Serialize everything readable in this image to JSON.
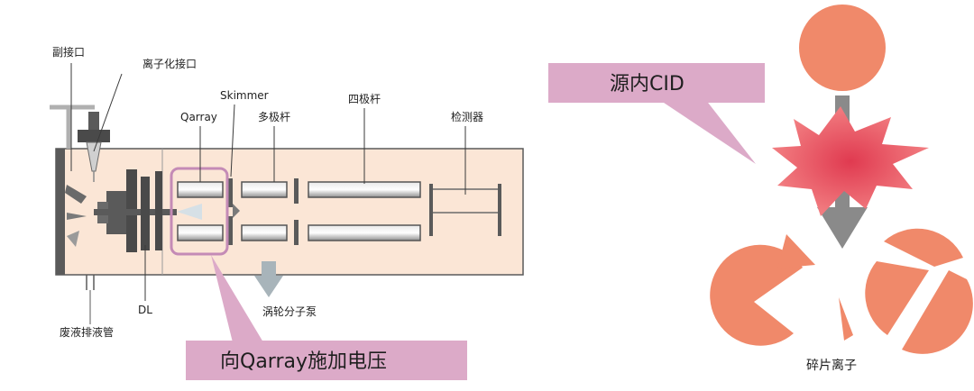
{
  "labels": {
    "secondary_port": "副接口",
    "ion_source_port": "离子化接口",
    "skimmer": "Skimmer",
    "qarray": "Qarray",
    "multipole": "多极杆",
    "quadrupole": "四极杆",
    "detector": "检测器",
    "dl": "DL",
    "turbo_pump": "涡轮分子泵",
    "waste_tube": "废液排液管"
  },
  "callouts": {
    "qarray_voltage": "向Qarray施加电压",
    "source_cid": "源内CID"
  },
  "fragment_label": "碎片离子",
  "colors": {
    "chamber_fill": "#fbe6d6",
    "highlight_box": "#c48bb6",
    "callout_fill": "#dcaac8",
    "ion_color": "#f0896a",
    "burst_color": "#e8485a",
    "arrow_gray": "#8a8a8a",
    "metal_dark": "#4a4a4a",
    "metal_light": "#d8d8d8"
  }
}
